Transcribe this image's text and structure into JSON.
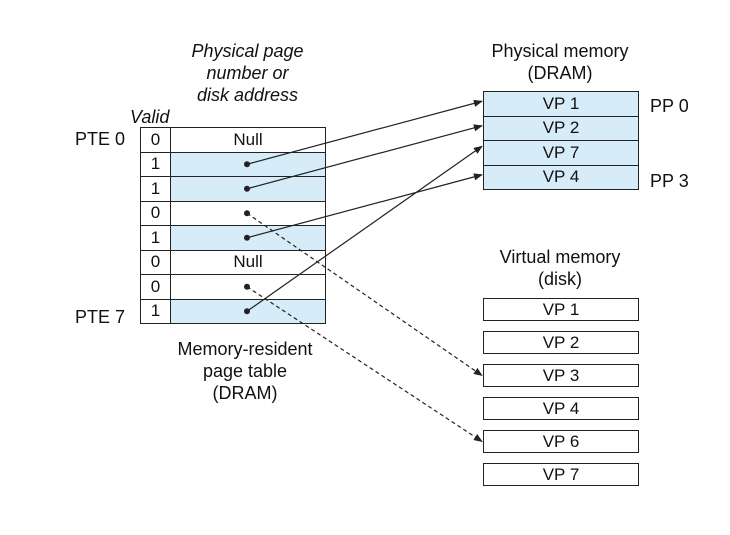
{
  "page_table": {
    "header_lines": [
      "Physical page",
      "number or",
      "disk address"
    ],
    "valid_label": "Valid",
    "pte_first_label": "PTE 0",
    "pte_last_label": "PTE 7",
    "caption_lines": [
      "Memory-resident",
      "page table",
      "(DRAM)"
    ],
    "rows": [
      {
        "valid": "0",
        "content": "Null"
      },
      {
        "valid": "1",
        "content": ""
      },
      {
        "valid": "1",
        "content": ""
      },
      {
        "valid": "0",
        "content": ""
      },
      {
        "valid": "1",
        "content": ""
      },
      {
        "valid": "0",
        "content": "Null"
      },
      {
        "valid": "0",
        "content": ""
      },
      {
        "valid": "1",
        "content": ""
      }
    ]
  },
  "physical_memory": {
    "title_lines": [
      "Physical memory",
      "(DRAM)"
    ],
    "pages": [
      "VP 1",
      "VP 2",
      "VP 7",
      "VP 4"
    ],
    "pp_first_label": "PP 0",
    "pp_last_label": "PP 3"
  },
  "virtual_memory": {
    "title_lines": [
      "Virtual memory",
      "(disk)"
    ],
    "pages": [
      "VP 1",
      "VP 2",
      "VP 3",
      "VP 4",
      "VP 6",
      "VP 7"
    ]
  },
  "colors": {
    "cached_fill": "#d6ecf8",
    "line": "#222222"
  }
}
